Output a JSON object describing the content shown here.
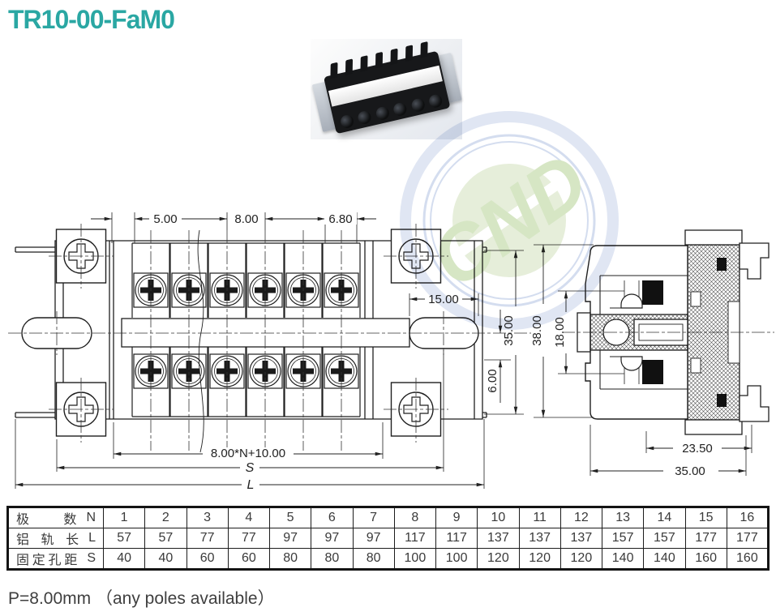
{
  "page": {
    "title": "TR10-00-FaM0",
    "note": "P=8.00mm （any poles available）"
  },
  "colors": {
    "accent": "#2aa7a3",
    "line": "#1f1f1f",
    "watermark_ring": "#dbe2f1",
    "watermark_green": "#d6e6c4"
  },
  "watermark": {
    "text": "CND"
  },
  "front_view": {
    "dims": {
      "d5": "5.00",
      "d8": "8.00",
      "d68": "6.80",
      "d15": "15.00",
      "d35": "35.00",
      "d6": "6.00",
      "formula": "8.00*N+10.00",
      "s_label": "S",
      "l_label": "L"
    }
  },
  "side_view": {
    "dims": {
      "d38": "38.00",
      "d18": "18.00",
      "d235": "23.50",
      "d35": "35.00"
    }
  },
  "table": {
    "rows": [
      {
        "label_zh": "极　数",
        "label_sym": "N",
        "values": [
          "1",
          "2",
          "3",
          "4",
          "5",
          "6",
          "7",
          "8",
          "9",
          "10",
          "11",
          "12",
          "13",
          "14",
          "15",
          "16"
        ]
      },
      {
        "label_zh": "铝 轨 长",
        "label_sym": "L",
        "values": [
          "57",
          "57",
          "77",
          "77",
          "97",
          "97",
          "97",
          "117",
          "117",
          "137",
          "137",
          "137",
          "157",
          "157",
          "177",
          "177"
        ]
      },
      {
        "label_zh": "固定孔距",
        "label_sym": "S",
        "values": [
          "40",
          "40",
          "60",
          "60",
          "80",
          "80",
          "80",
          "100",
          "100",
          "120",
          "120",
          "120",
          "140",
          "140",
          "160",
          "160"
        ]
      }
    ]
  }
}
